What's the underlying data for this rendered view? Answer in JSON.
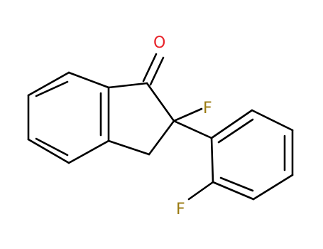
{
  "colors": {
    "background": "#ffffff",
    "bond": "#000000",
    "oxygen": "#e8232a",
    "fluorine": "#9a7a10"
  },
  "atoms": {
    "carbonyl_oxygen": "O",
    "alpha_fluorine": "F",
    "ortho_fluorine": "F"
  }
}
